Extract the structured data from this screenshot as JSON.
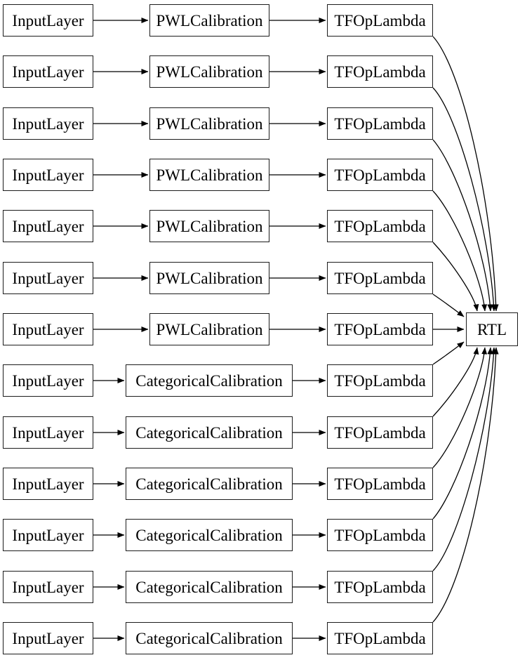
{
  "diagram": {
    "rows": [
      {
        "input": "InputLayer",
        "calibration": "PWLCalibration",
        "lambda": "TFOpLambda"
      },
      {
        "input": "InputLayer",
        "calibration": "PWLCalibration",
        "lambda": "TFOpLambda"
      },
      {
        "input": "InputLayer",
        "calibration": "PWLCalibration",
        "lambda": "TFOpLambda"
      },
      {
        "input": "InputLayer",
        "calibration": "PWLCalibration",
        "lambda": "TFOpLambda"
      },
      {
        "input": "InputLayer",
        "calibration": "PWLCalibration",
        "lambda": "TFOpLambda"
      },
      {
        "input": "InputLayer",
        "calibration": "PWLCalibration",
        "lambda": "TFOpLambda"
      },
      {
        "input": "InputLayer",
        "calibration": "PWLCalibration",
        "lambda": "TFOpLambda"
      },
      {
        "input": "InputLayer",
        "calibration": "CategoricalCalibration",
        "lambda": "TFOpLambda"
      },
      {
        "input": "InputLayer",
        "calibration": "CategoricalCalibration",
        "lambda": "TFOpLambda"
      },
      {
        "input": "InputLayer",
        "calibration": "CategoricalCalibration",
        "lambda": "TFOpLambda"
      },
      {
        "input": "InputLayer",
        "calibration": "CategoricalCalibration",
        "lambda": "TFOpLambda"
      },
      {
        "input": "InputLayer",
        "calibration": "CategoricalCalibration",
        "lambda": "TFOpLambda"
      },
      {
        "input": "InputLayer",
        "calibration": "CategoricalCalibration",
        "lambda": "TFOpLambda"
      }
    ],
    "output": {
      "label": "RTL"
    },
    "colors": {
      "node_border": "#1c1c1c",
      "node_fill": "#ffffff",
      "edge": "#000000",
      "text": "#000000",
      "background": "#ffffff"
    }
  }
}
